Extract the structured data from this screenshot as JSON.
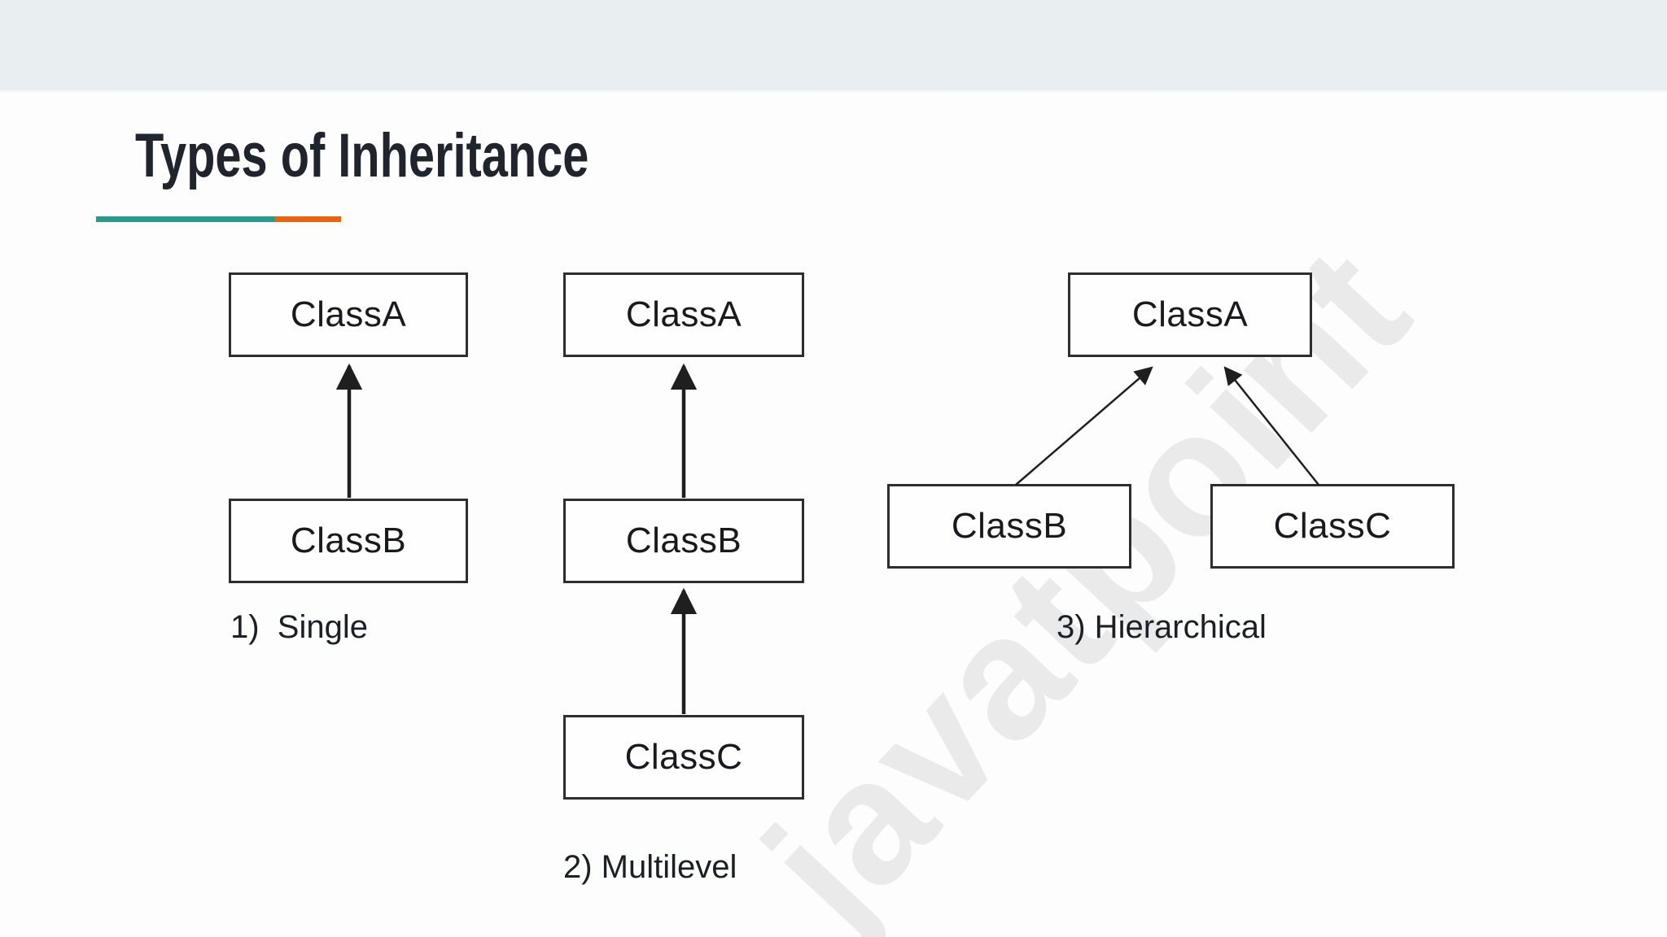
{
  "page": {
    "title": "Types of Inheritance",
    "watermark": "javatpoint",
    "colors": {
      "header_band": "#e9eef0",
      "accent_teal": "#2a9a8e",
      "accent_orange": "#e8650f",
      "box_border": "#2e2e2e",
      "text": "#20242c",
      "arrow": "#1f1f1f"
    }
  },
  "diagrams": [
    {
      "id": "single",
      "label": "1)  Single",
      "nodes": [
        "ClassA",
        "ClassB"
      ],
      "edges": [
        [
          "ClassB",
          "ClassA"
        ]
      ]
    },
    {
      "id": "multilevel",
      "label": "2) Multilevel",
      "nodes": [
        "ClassA",
        "ClassB",
        "ClassC"
      ],
      "edges": [
        [
          "ClassB",
          "ClassA"
        ],
        [
          "ClassC",
          "ClassB"
        ]
      ]
    },
    {
      "id": "hierarchical",
      "label": "3) Hierarchical",
      "nodes": [
        "ClassA",
        "ClassB",
        "ClassC"
      ],
      "edges": [
        [
          "ClassB",
          "ClassA"
        ],
        [
          "ClassC",
          "ClassA"
        ]
      ]
    }
  ]
}
